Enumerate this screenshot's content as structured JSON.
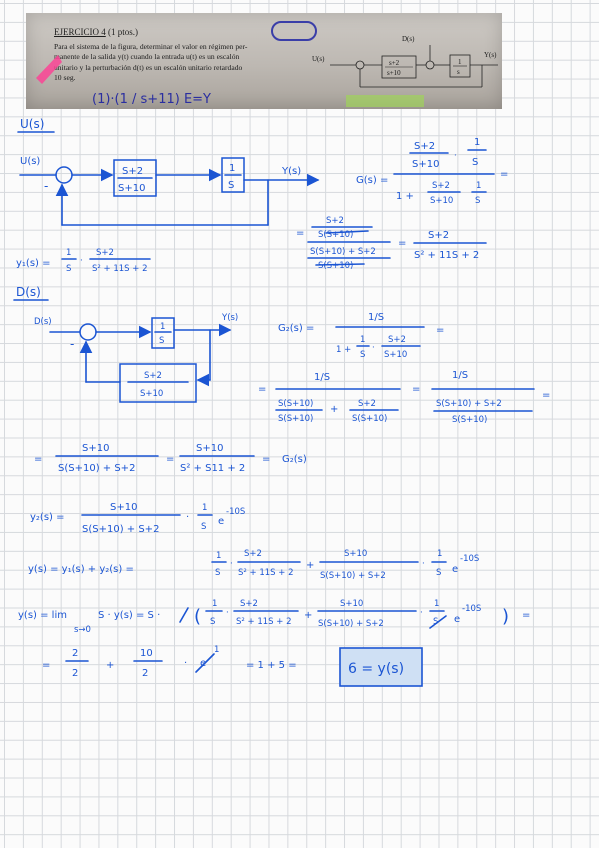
{
  "exam": {
    "title": "EJERCICIO 4",
    "points": "(1 ptos.)",
    "statement_lines": [
      "Para el sistema de la figura, determinar el valor en régimen per-",
      "manente de la salida y(t) cuando la entrada u(t) es un escalón",
      "unitario y la perturbación d(t) es un escalón unitario retardado",
      "10 seg."
    ],
    "diagram": {
      "input": "U(s)",
      "disturbance": "D(s)",
      "output": "Y(s)",
      "feedback_num": "s+2",
      "feedback_den": "s+10",
      "plant_num": "1",
      "plant_den": "s"
    },
    "scribble": "(1)·(1 / s+11)  E=Y"
  },
  "part_u": {
    "heading": "U(s)",
    "input": "U(s)",
    "output": "Y(s)",
    "minus": "-",
    "block1_num": "S+2",
    "block1_den": "S+10",
    "block2_num": "1",
    "block2_den": "S",
    "g1": "G(s) =",
    "g1_num_a": "S+2",
    "g1_num_b": "S+10",
    "g1_num_c": "1",
    "g1_num_d": "S",
    "g1_den_a": "1 +",
    "g1_den_b": "S+2",
    "g1_den_c": "S+10",
    "g1_den_d": "1",
    "g1_den_e": "S",
    "step2_num_top": "S+2",
    "step2_num_bot": "S(S+10)",
    "step2_den_top": "S(S+10) + S+2",
    "step2_den_bot": "S(S+10)",
    "result_num": "S+2",
    "result_den": "S² + 11S + 2",
    "y1_label": "y₁(s) =",
    "y1_a_num": "1",
    "y1_a_den": "S",
    "y1_b_num": "S+2",
    "y1_b_den": "S² + 11S + 2"
  },
  "part_d": {
    "heading": "D(s)",
    "input": "D(s)",
    "output": "Y(s)",
    "minus": "-",
    "block1_num": "1",
    "block1_den": "S",
    "block2_num": "S+2",
    "block2_den": "S+10",
    "g2": "G₂(s) =",
    "g2_num": "1/S",
    "g2_den_a": "1 +",
    "g2_den_b_num": "1",
    "g2_den_b_den": "S",
    "g2_den_c_num": "S+2",
    "g2_den_c_den": "S+10",
    "row2_num": "1/S",
    "row2_den_a_num": "S(S+10)",
    "row2_den_a_den": "S(S+10)",
    "row2_den_b_num": "S+2",
    "row2_den_b_den": "S(S+10)",
    "row2_c_num": "1/S",
    "row2_c_den_num": "S(S+10) + S+2",
    "row2_c_den_den": "S(S+10)",
    "row3_a_num": "S+10",
    "row3_a_den": "S(S+10) + S+2",
    "row3_b_num": "S+10",
    "row3_b_den": "S² + S11 + 2",
    "row3_c": "G₂(s)"
  },
  "final": {
    "y2_label": "y₂(s) =",
    "y2_num": "S+10",
    "y2_den": "S(S+10) + S+2",
    "y2_mult_num": "1",
    "y2_mult_den": "S",
    "exp": "e",
    "exp_pow": "-10S",
    "y_label": "y(s) = y₁(s) + y₂(s) =",
    "y_a_num": "1",
    "y_a_den": "S",
    "y_b_num": "S+2",
    "y_b_den": "S² + 11S + 2",
    "y_c_num": "S+10",
    "y_c_den": "S(S+10) + S+2",
    "y_d_num": "1",
    "y_d_den": "S",
    "lim_label": "y(s) = lim",
    "lim_sub": "s→0",
    "lim_mid": "S · y(s) = S ·",
    "last_a_num": "2",
    "last_a_den": "2",
    "last_b_num": "10",
    "last_b_den": "2",
    "last_tail": "= 1 + 5 =",
    "answer": "6 = y(s)"
  },
  "colors": {
    "ink": "#1b55d3",
    "grid": "#d6d9dd",
    "answer_fill": "#cfe0f4",
    "highlight_pink": "#ff3d93",
    "highlight_green": "#9fd35a"
  }
}
